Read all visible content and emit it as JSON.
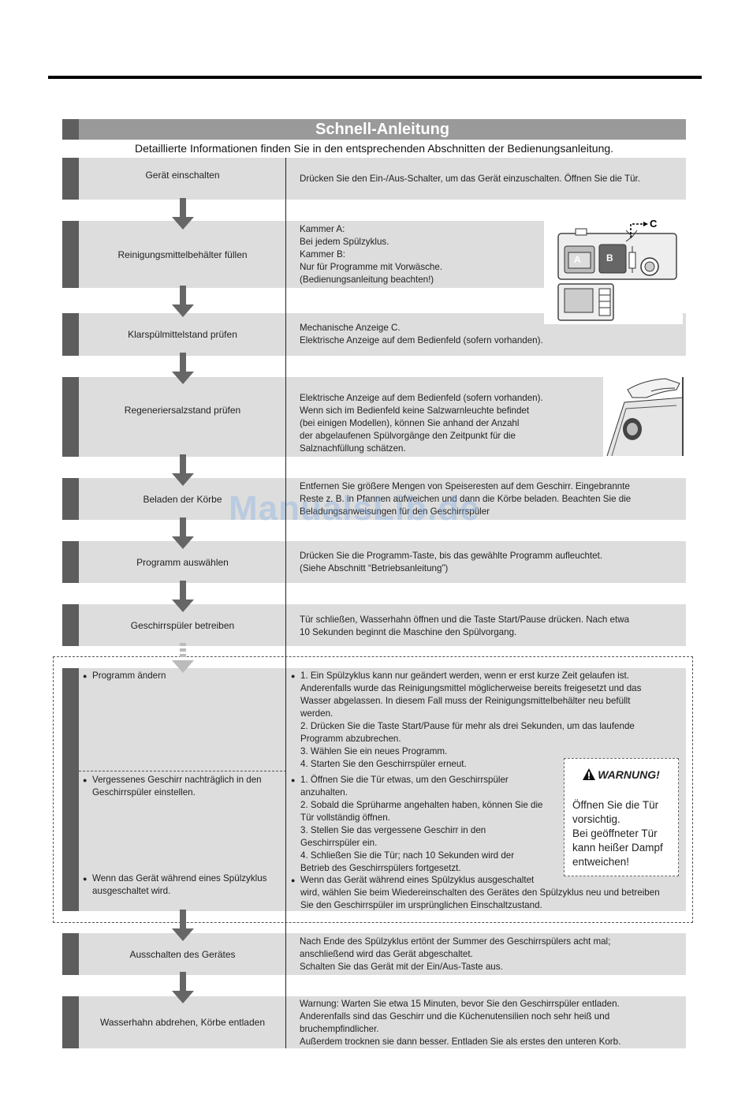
{
  "title": "Schnell-Anleitung",
  "subtitle": "Detaillierte Informationen finden Sie in den entsprechenden Abschnitten der Bedienungsanleitung.",
  "steps": [
    {
      "label": "Gerät einschalten",
      "lines": [
        "Drücken Sie den Ein-/Aus-Schalter, um das Gerät einzuschalten. Öffnen Sie die Tür."
      ]
    },
    {
      "label": "Reinigungsmittelbehälter füllen",
      "lines": [
        "Kammer A:",
        "Bei jedem Spülzyklus.",
        "Kammer B:",
        "Nur für Programme mit Vorwäsche.",
        "(Bedienungsanleitung beachten!)"
      ]
    },
    {
      "label": "Klarspülmittelstand prüfen",
      "lines": [
        "Mechanische Anzeige C.",
        "Elektrische Anzeige auf dem Bedienfeld (sofern vorhanden)."
      ]
    },
    {
      "label": "Regeneriersalzstand prüfen",
      "lines": [
        "Elektrische Anzeige auf dem Bedienfeld (sofern vorhanden).",
        "Wenn sich im Bedienfeld keine Salzwarnleuchte befindet",
        "(bei einigen Modellen), können Sie anhand der Anzahl",
        "der abgelaufenen Spülvorgänge den Zeitpunkt für die",
        "Salznachfüllung schätzen."
      ]
    },
    {
      "label": "Beladen der Körbe",
      "lines": [
        "Entfernen Sie größere Mengen von Speiseresten auf dem Geschirr. Eingebrannte",
        "Reste z. B. in Pfannen aufweichen und dann die Körbe beladen. Beachten Sie die",
        "Beladungsanweisungen für den Geschirrspüler"
      ]
    },
    {
      "label": "Programm auswählen",
      "lines": [
        "Drücken Sie die Programm-Taste, bis das gewählte Programm aufleuchtet.",
        "(Siehe Abschnitt “Betriebsanleitung”)"
      ]
    },
    {
      "label": "Geschirrspüler betreiben",
      "lines": [
        "Tür schließen, Wasserhahn öffnen und die Taste Start/Pause drücken. Nach etwa",
        "10 Sekunden beginnt die Maschine den Spülvorgang."
      ]
    },
    {
      "label": "Ausschalten des Gerätes",
      "lines": [
        "Nach Ende des Spülzyklus ertönt der Summer des Geschirrspülers acht mal;",
        "anschließend wird das Gerät abgeschaltet.",
        "Schalten Sie das Gerät mit der Ein/Aus-Taste aus."
      ]
    },
    {
      "label": "Wasserhahn abdrehen, Körbe entladen",
      "lines": [
        "Warnung: Warten Sie etwa 15 Minuten, bevor Sie den Geschirrspüler entladen.",
        "Anderenfalls sind das Geschirr und die Küchenutensilien noch sehr heiß und",
        "bruchempfindlicher.",
        "Außerdem trocknen sie dann besser. Entladen Sie als erstes den unteren Korb."
      ]
    }
  ],
  "special": {
    "change_program": {
      "label": "Programm ändern",
      "lines": [
        "1. Ein Spülzyklus kann nur geändert werden, wenn er erst kurze Zeit gelaufen ist.",
        "Anderenfalls wurde das Reinigungsmittel möglicherweise bereits freigesetzt und das",
        "Wasser abgelassen. In diesem Fall muss der Reinigungsmittelbehälter neu befüllt",
        "werden.",
        "2. Drücken Sie die Taste Start/Pause für mehr als drei Sekunden, um das laufende",
        "Programm abzubrechen.",
        "3. Wählen Sie ein neues Programm.",
        "4. Starten Sie den Geschirrspüler erneut."
      ]
    },
    "forgotten_dish": {
      "label_lines": [
        "Vergessenes Geschirr nachträglich in den",
        "Geschirrspüler einstellen."
      ],
      "lines": [
        "1. Öffnen Sie die Tür etwas, um den Geschirrspüler",
        "anzuhalten.",
        "2. Sobald die Sprüharme angehalten haben, können Sie die",
        "Tür vollständig öffnen.",
        "3. Stellen Sie das vergessene Geschirr in den",
        "Geschirrspüler ein.",
        "4. Schließen Sie die Tür; nach 10 Sekunden wird der",
        "Betrieb des Geschirrspülers fortgesetzt."
      ]
    },
    "switched_off": {
      "label_lines": [
        "Wenn das Gerät während eines Spülzyklus",
        "ausgeschaltet wird."
      ],
      "lines": [
        "Wenn das Gerät während eines Spülzyklus ausgeschaltet",
        "wird, wählen Sie beim Wiedereinschalten des Gerätes den Spülzyklus neu und betreiben",
        "Sie den Geschirrspüler im ursprünglichen Einschaltzustand."
      ]
    }
  },
  "warning": {
    "heading": "WARNUNG!",
    "lines": [
      "Öffnen Sie die Tür",
      "vorsichtig.",
      "Bei geöffneter Tür",
      "kann heißer Dampf",
      "entweichen!"
    ]
  },
  "dispenser_figure": {
    "label_a": "A",
    "label_b": "B",
    "label_c": "C"
  },
  "watermark": "ManualsLib.de",
  "colors": {
    "band": "#dddddd",
    "accent_dark": "#5d5d5d",
    "title_bar": "#9a9a9a",
    "arrow": "#666666"
  }
}
